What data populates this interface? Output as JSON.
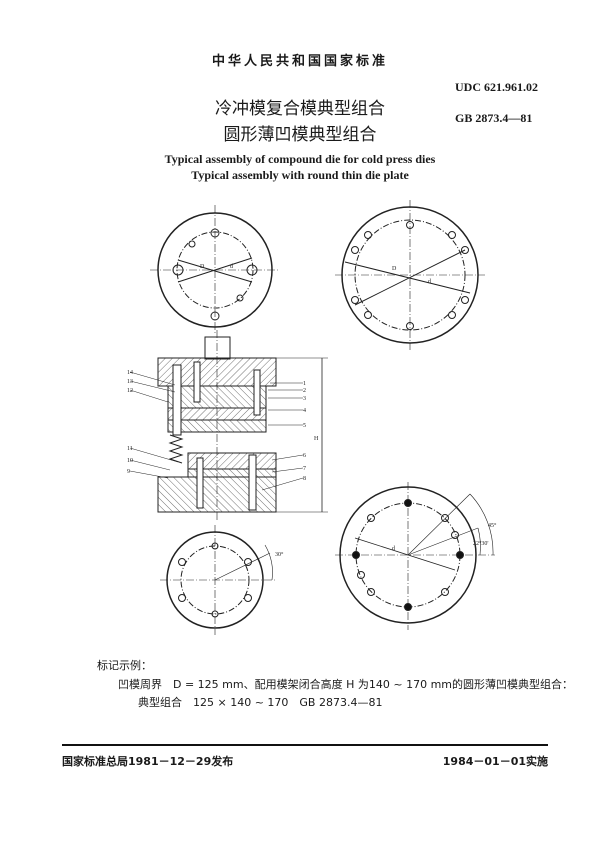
{
  "header": {
    "standard": "中华人民共和国国家标准",
    "udc": "UDC 621.961.02",
    "code": "GB 2873.4—81"
  },
  "title": {
    "cn_line1": "冷冲模复合模典型组合",
    "cn_line2": "圆形薄凹模典型组合",
    "en_line1": "Typical assembly of compound die for cold press dies",
    "en_line2": "Typical assembly with round thin die plate"
  },
  "drawing": {
    "labels": {
      "D": "D",
      "d": "d",
      "H": "H",
      "angle45": "45°",
      "angle22": "22°30'",
      "angle30": "30°"
    },
    "part_numbers": [
      "1",
      "2",
      "3",
      "4",
      "5",
      "6",
      "7",
      "8",
      "9",
      "10",
      "11",
      "12",
      "13",
      "14"
    ]
  },
  "example": {
    "heading": "标记示例：",
    "line1": "凹模周界　D = 125 mm、配用模架闭合高度 H 为140 ~ 170 mm的圆形薄凹模典型组合：",
    "line2": "典型组合　125 × 140 ~ 170　GB 2873.4—81"
  },
  "footer": {
    "issued": "国家标准总局1981－12－29发布",
    "effective": "1984－01－01实施"
  }
}
